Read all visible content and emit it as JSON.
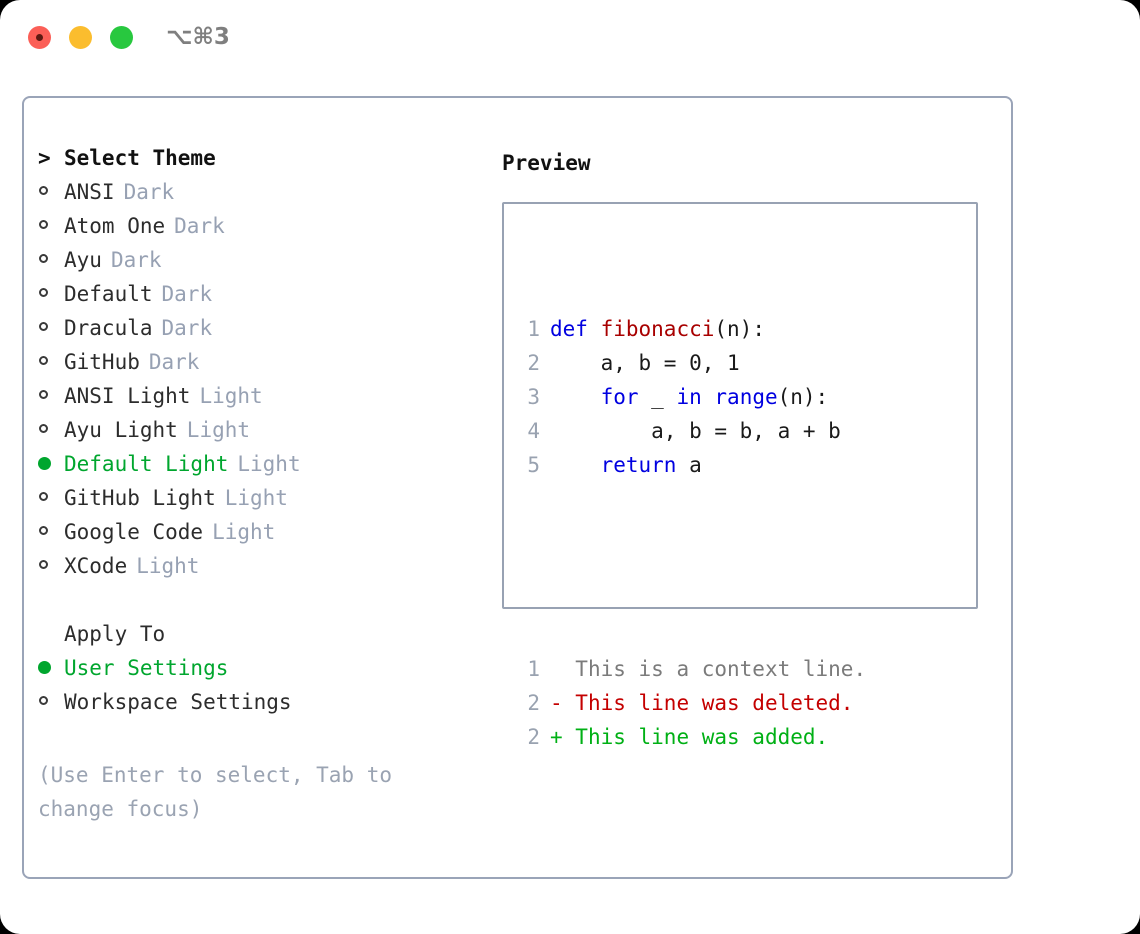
{
  "titlebar": {
    "shortcut": "⌥⌘3",
    "lights": [
      "close-red",
      "minimize-yellow",
      "zoom-green"
    ]
  },
  "theme_picker": {
    "caret": ">",
    "header": "Select Theme",
    "items": [
      {
        "bullet": "○",
        "label": "ANSI",
        "tag": "Dark",
        "selected": false
      },
      {
        "bullet": "○",
        "label": "Atom One",
        "tag": "Dark",
        "selected": false
      },
      {
        "bullet": "○",
        "label": "Ayu",
        "tag": "Dark",
        "selected": false
      },
      {
        "bullet": "○",
        "label": "Default",
        "tag": "Dark",
        "selected": false
      },
      {
        "bullet": "○",
        "label": "Dracula",
        "tag": "Dark",
        "selected": false
      },
      {
        "bullet": "○",
        "label": "GitHub",
        "tag": "Dark",
        "selected": false
      },
      {
        "bullet": "○",
        "label": "ANSI Light",
        "tag": "Light",
        "selected": false
      },
      {
        "bullet": "○",
        "label": "Ayu Light",
        "tag": "Light",
        "selected": false
      },
      {
        "bullet": "●",
        "label": "Default Light",
        "tag": "Light",
        "selected": true
      },
      {
        "bullet": "○",
        "label": "GitHub Light",
        "tag": "Light",
        "selected": false
      },
      {
        "bullet": "○",
        "label": "Google Code",
        "tag": "Light",
        "selected": false
      },
      {
        "bullet": "○",
        "label": "XCode",
        "tag": "Light",
        "selected": false
      }
    ]
  },
  "apply_to": {
    "header": "Apply To",
    "options": [
      {
        "bullet": "●",
        "label": "User Settings",
        "selected": true
      },
      {
        "bullet": "○",
        "label": "Workspace Settings",
        "selected": false
      }
    ]
  },
  "hint": "(Use Enter to select, Tab to change focus)",
  "preview": {
    "title": "Preview",
    "code_lines": [
      {
        "num": "1",
        "tokens": [
          {
            "t": "def",
            "c": "kw"
          },
          {
            "t": " ",
            "c": "pl"
          },
          {
            "t": "fibonacci",
            "c": "fn"
          },
          {
            "t": "(n):",
            "c": "pl"
          }
        ]
      },
      {
        "num": "2",
        "tokens": [
          {
            "t": "    a, b = 0, 1",
            "c": "pl"
          }
        ]
      },
      {
        "num": "3",
        "tokens": [
          {
            "t": "    ",
            "c": "pl"
          },
          {
            "t": "for",
            "c": "kw"
          },
          {
            "t": " _ ",
            "c": "pl"
          },
          {
            "t": "in",
            "c": "kw"
          },
          {
            "t": " ",
            "c": "pl"
          },
          {
            "t": "range",
            "c": "kw"
          },
          {
            "t": "(n):",
            "c": "pl"
          }
        ]
      },
      {
        "num": "4",
        "tokens": [
          {
            "t": "        a, b = b, a + b",
            "c": "pl"
          }
        ]
      },
      {
        "num": "5",
        "tokens": [
          {
            "t": "    ",
            "c": "pl"
          },
          {
            "t": "return",
            "c": "kw"
          },
          {
            "t": " a",
            "c": "pl"
          }
        ]
      }
    ],
    "diff_lines": [
      {
        "num": "1",
        "sign": " ",
        "text": " This is a context line.",
        "kind": "ctx"
      },
      {
        "num": "2",
        "sign": "-",
        "text": " This line was deleted.",
        "kind": "del"
      },
      {
        "num": "2",
        "sign": "+",
        "text": " This line was added.",
        "kind": "add"
      }
    ]
  },
  "colors": {
    "accent_green": "#00a62e",
    "muted_gray": "#97a1b3",
    "keyword_blue": "#0000e0",
    "function_red": "#a80000",
    "diff_delete": "#c40000",
    "diff_add": "#00b015",
    "border": "#9aa4b8",
    "light_red": "#fb5f57",
    "light_yellow": "#fbbd2e",
    "light_green": "#28c83f"
  }
}
